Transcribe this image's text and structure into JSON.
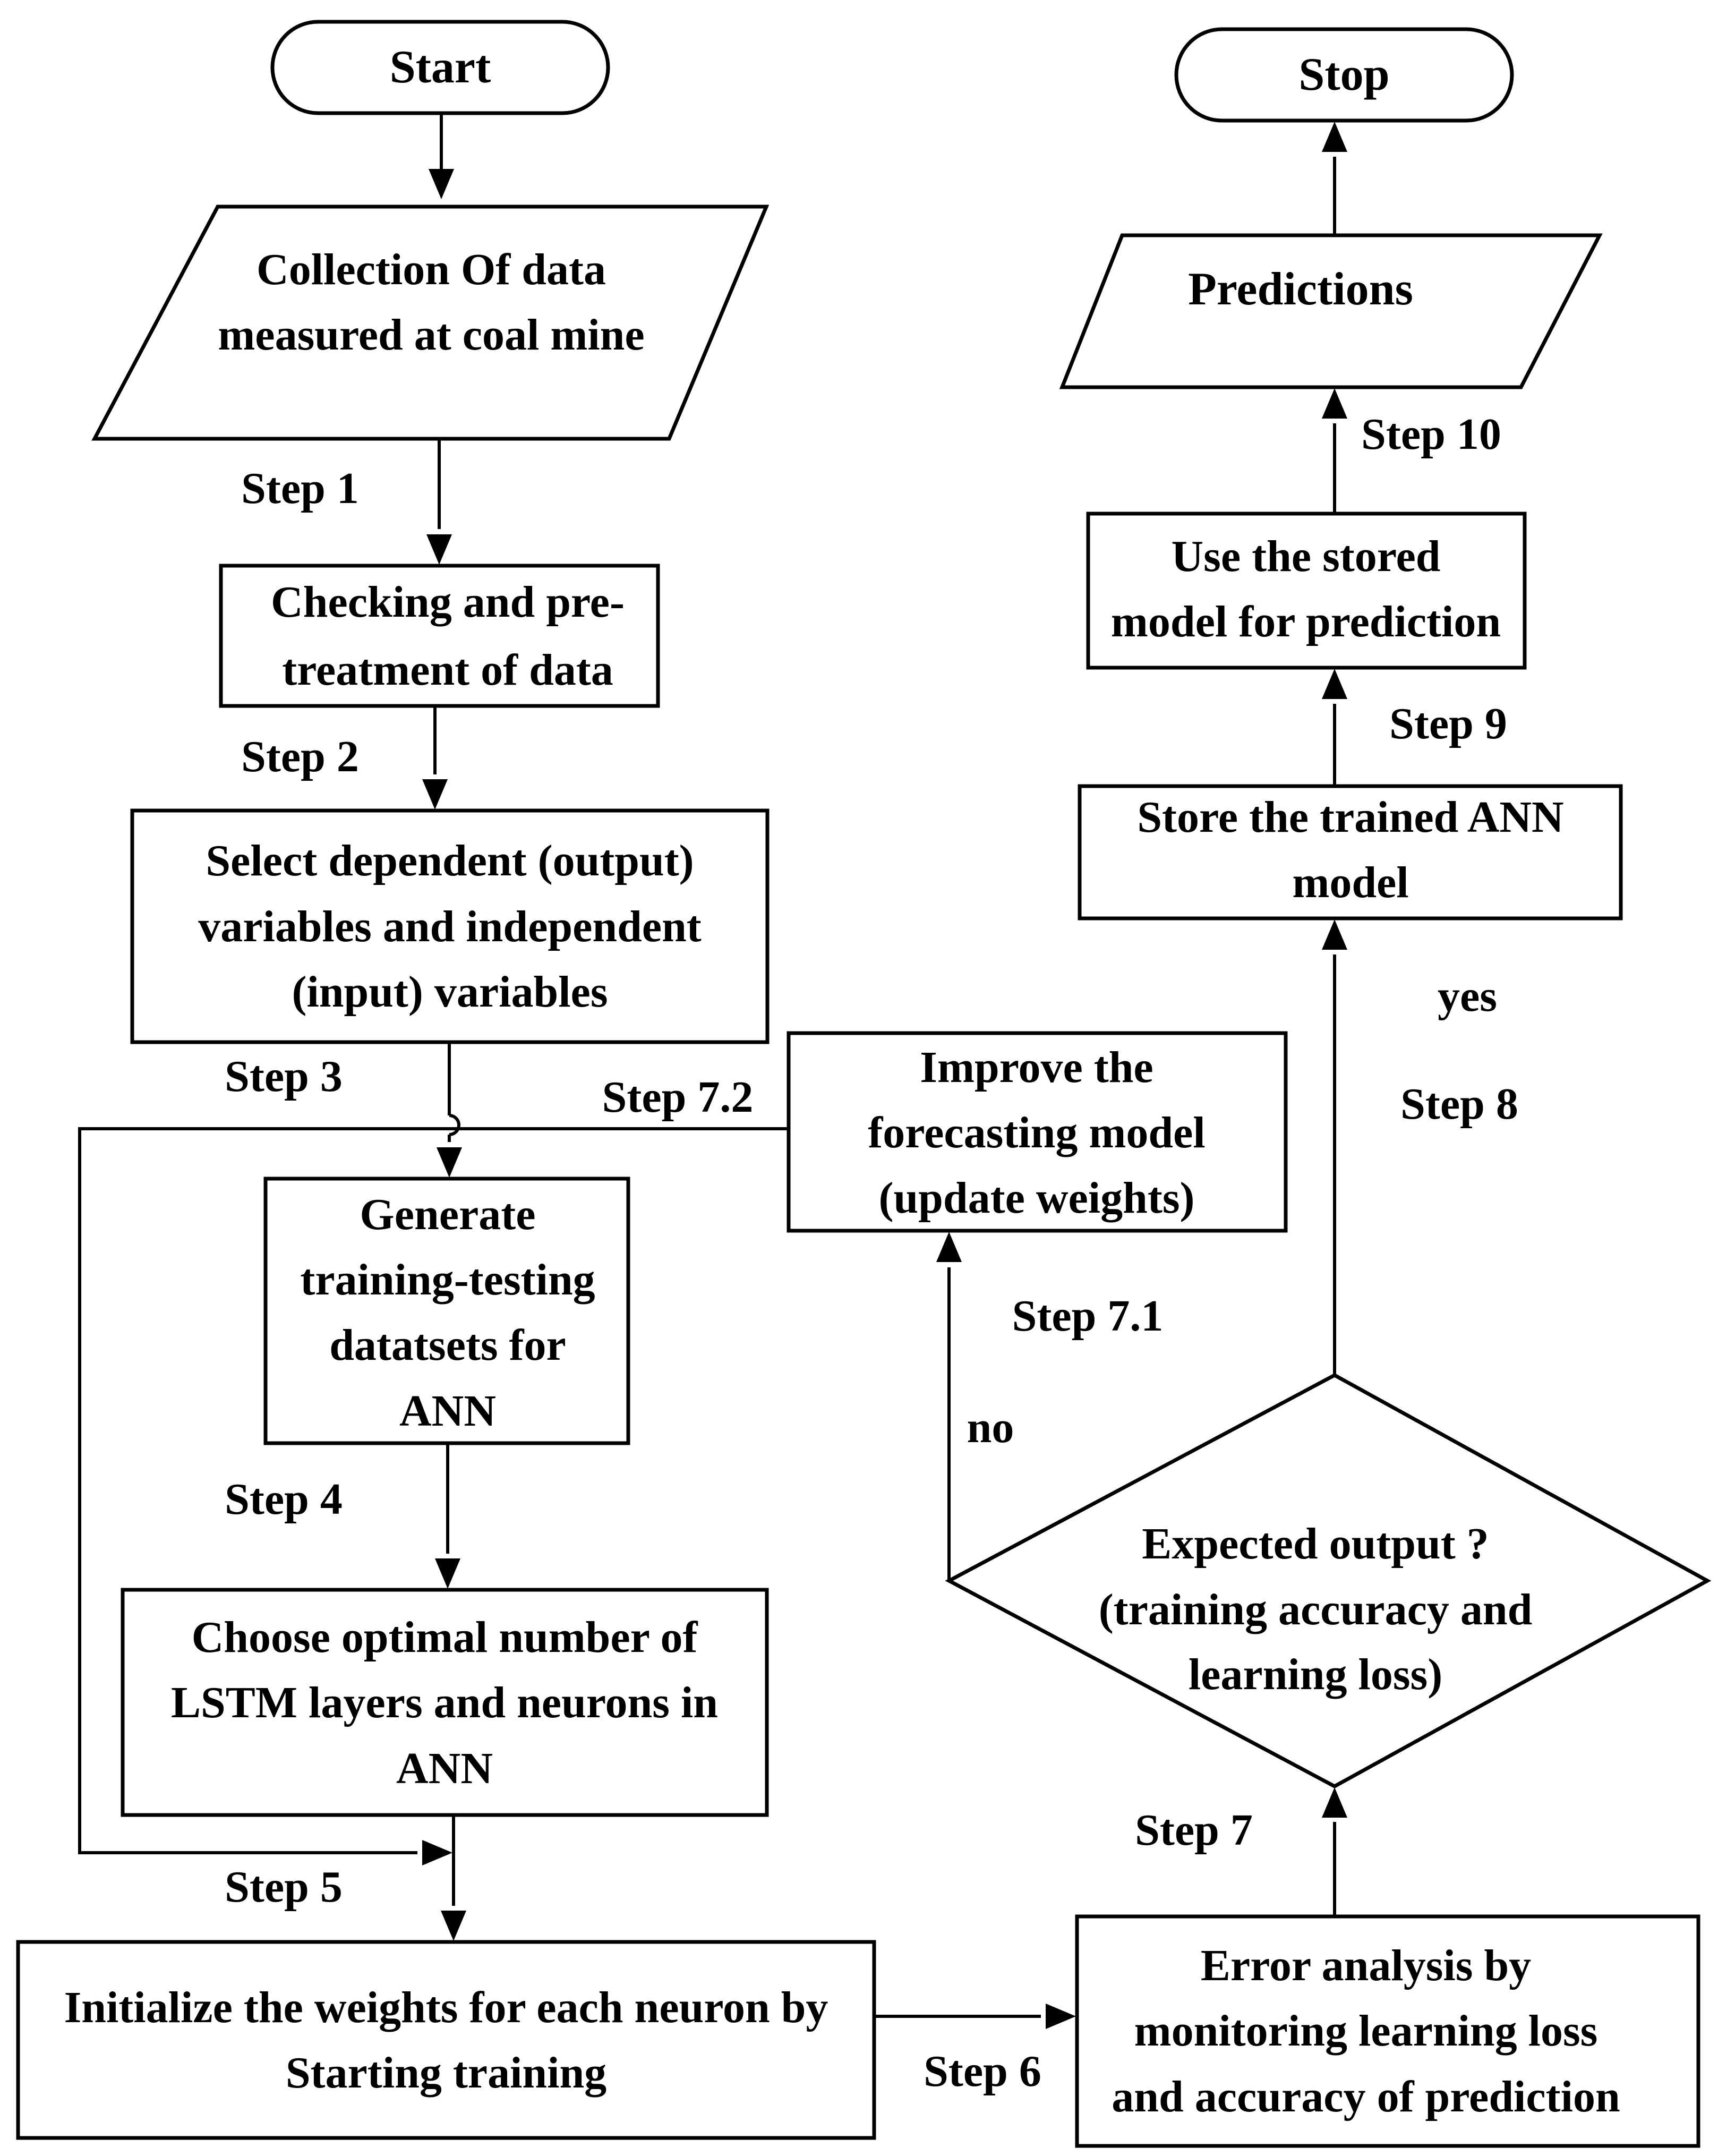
{
  "nodes": {
    "start": {
      "label": "Start"
    },
    "collect": {
      "lines": [
        "Collection Of data",
        "measured at coal mine"
      ]
    },
    "check": {
      "lines": [
        "Checking and pre-",
        "treatment of data"
      ]
    },
    "select": {
      "lines": [
        "Select dependent (output)",
        "variables and independent",
        "(input) variables"
      ]
    },
    "generate": {
      "lines": [
        "Generate",
        "training-testing",
        "datatsets for",
        "ANN"
      ]
    },
    "choose": {
      "lines": [
        "Choose optimal number of",
        "LSTM layers and neurons in",
        "ANN"
      ]
    },
    "initialize": {
      "lines": [
        "Initialize the weights for each neuron by",
        "Starting training"
      ]
    },
    "error": {
      "lines": [
        "Error analysis by",
        "monitoring learning loss",
        "and accuracy of prediction"
      ]
    },
    "decision": {
      "lines": [
        "Expected output ?",
        "(training accuracy and",
        "learning loss)"
      ]
    },
    "improve": {
      "lines": [
        "Improve the",
        "forecasting model",
        "(update weights)"
      ]
    },
    "store": {
      "lines": [
        "Store the trained ANN",
        "model"
      ]
    },
    "use": {
      "lines": [
        "Use the stored",
        "model for prediction"
      ]
    },
    "predictions": {
      "label": "Predictions"
    },
    "stop": {
      "label": "Stop"
    }
  },
  "steps": {
    "s1": "Step 1",
    "s2": "Step 2",
    "s3": "Step 3",
    "s4": "Step 4",
    "s5": "Step 5",
    "s6": "Step 6",
    "s7": "Step 7",
    "s71": "Step 7.1",
    "s72": "Step 7.2",
    "s8": "Step 8",
    "s9": "Step 9",
    "s10": "Step 10"
  },
  "branches": {
    "yes": "yes",
    "no": "no"
  }
}
